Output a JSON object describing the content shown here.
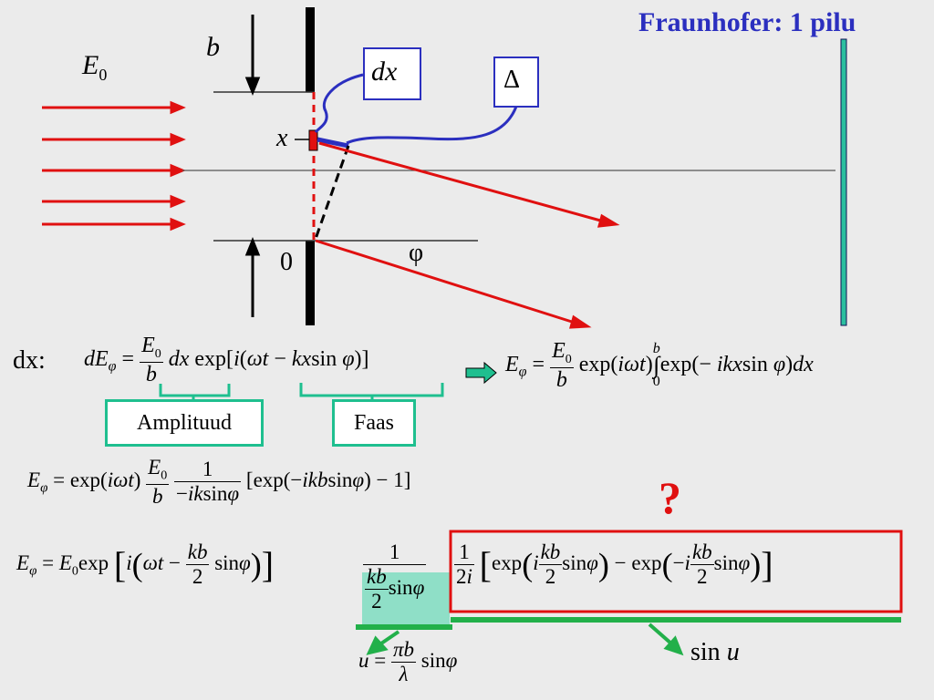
{
  "title": "Fraunhofer: 1 pilu",
  "labels": {
    "e0": "E",
    "e0_sub": "0",
    "b": "b",
    "dx": "dx",
    "delta": "Δ",
    "x": "x",
    "zero": "0",
    "phi": "φ",
    "dx_colon": "dx:",
    "amplituud": "Amplituud",
    "faas": "Faas",
    "question": "?",
    "sin_u": "sin u"
  },
  "equations": {
    "eq1": "dE_φ = (E_0 / b) dx exp[i(ωt − kx sin φ)]",
    "eq2": "E_φ = (E_0 / b) exp(iωt) ∫_0^b exp(−ikx sin φ) dx",
    "eq3": "E_φ = exp(iωt) (E_0 / b) (1 / (−ik sinφ)) [exp(−ikb sinφ) − 1]",
    "eq4": "E_φ = E_0 exp[i(ωt − (kb/2) sinφ)] (1 / ((kb/2) sinφ)) (1/2i)[exp(i (kb/2) sinφ) − exp(−i (kb/2) sinφ)]",
    "eq5": "u = (πb / λ) sinφ"
  },
  "colors": {
    "blue": "#2b2fbf",
    "red": "#e01010",
    "teal": "#1fbf8f",
    "green": "#22b04a",
    "screen": "#2bbf9f"
  }
}
